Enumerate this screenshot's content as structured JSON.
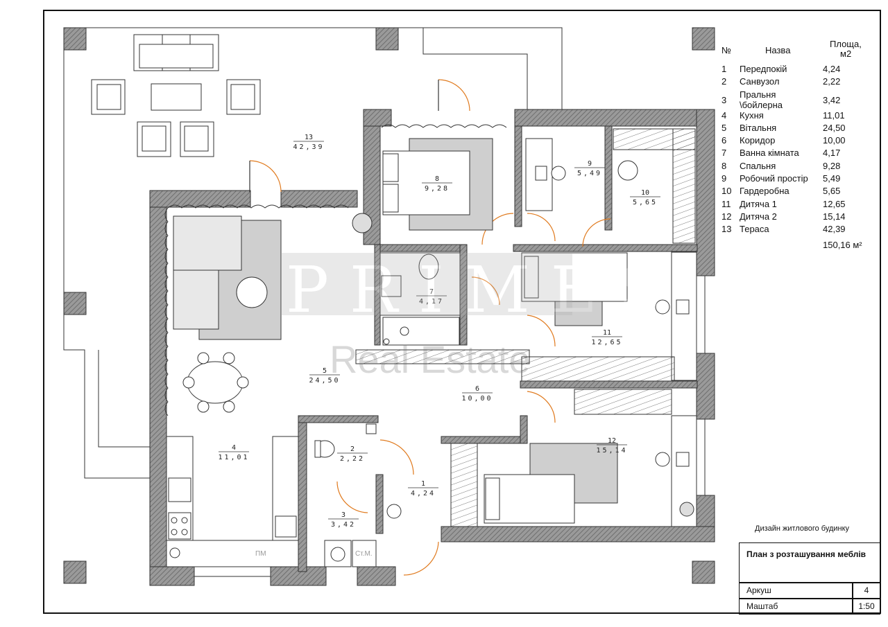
{
  "legend": {
    "header": {
      "num": "№",
      "name": "Назва",
      "area_line1": "Площа,",
      "area_line2": "м2"
    },
    "rooms": [
      {
        "num": "1",
        "name": "Передпокій",
        "area": "4,24"
      },
      {
        "num": "2",
        "name": "Санвузол",
        "area": "2,22"
      },
      {
        "num": "3",
        "name_line1": "Пральня",
        "name_line2": "\\бойлерна",
        "area": "3,42"
      },
      {
        "num": "4",
        "name": "Кухня",
        "area": "11,01"
      },
      {
        "num": "5",
        "name": "Вітальня",
        "area": "24,50"
      },
      {
        "num": "6",
        "name": "Коридор",
        "area": "10,00"
      },
      {
        "num": "7",
        "name": "Ванна кімната",
        "area": "4,17"
      },
      {
        "num": "8",
        "name": "Спальня",
        "area": "9,28"
      },
      {
        "num": "9",
        "name": "Робочий простір",
        "area": "5,49"
      },
      {
        "num": "10",
        "name": "Гардеробна",
        "area": "5,65"
      },
      {
        "num": "11",
        "name": "Дитяча 1",
        "area": "12,65"
      },
      {
        "num": "12",
        "name": "Дитяча 2",
        "area": "15,14"
      },
      {
        "num": "13",
        "name": "Тераса",
        "area": "42,39"
      }
    ],
    "total": "150,16 м²"
  },
  "plan_labels": [
    {
      "num": "13",
      "area": "42,39"
    },
    {
      "num": "8",
      "area": "9,28"
    },
    {
      "num": "9",
      "area": "5,49"
    },
    {
      "num": "10",
      "area": "5,65"
    },
    {
      "num": "7",
      "area": "4,17"
    },
    {
      "num": "11",
      "area": "12,65"
    },
    {
      "num": "5",
      "area": "24,50"
    },
    {
      "num": "6",
      "area": "10,00"
    },
    {
      "num": "12",
      "area": "15,14"
    },
    {
      "num": "2",
      "area": "2,22"
    },
    {
      "num": "4",
      "area": "11,01"
    },
    {
      "num": "1",
      "area": "4,24"
    },
    {
      "num": "3",
      "area": "3,42"
    }
  ],
  "appliance_labels": {
    "pm": "ПМ",
    "wm": "Ст.М."
  },
  "watermark": {
    "line1": "PRIMES",
    "line2": "Real Estate"
  },
  "title_block": {
    "project": "Дизайн житлового будинку",
    "sheet_title": "План з розташування меблів",
    "sheet_label": "Аркуш",
    "sheet_value": "4",
    "scale_label": "Маштаб",
    "scale_value": "1:50"
  },
  "colors": {
    "wall_fill": "#8c8c8c",
    "door_arc": "#e07a1e",
    "rug": "#cfcfcf",
    "line": "#1a1a1a"
  }
}
